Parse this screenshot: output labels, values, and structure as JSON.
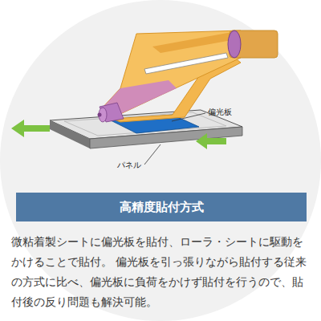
{
  "diagram": {
    "nodes": [
      {
        "text": [
          "高精度貼付方式"
        ]
      }
    ],
    "caption": "微粘着製シートに偏光板を貼付、ローラ・シートに駆動をかけることで貼付。 偏光板を引っ張りながら貼付する従来の方式に比べ、偏光板に負荷をかけず貼付を行うので、貼付後の反り問題も解決可能。",
    "labels": [
      "偏光板",
      "パネル"
    ]
  }
}
